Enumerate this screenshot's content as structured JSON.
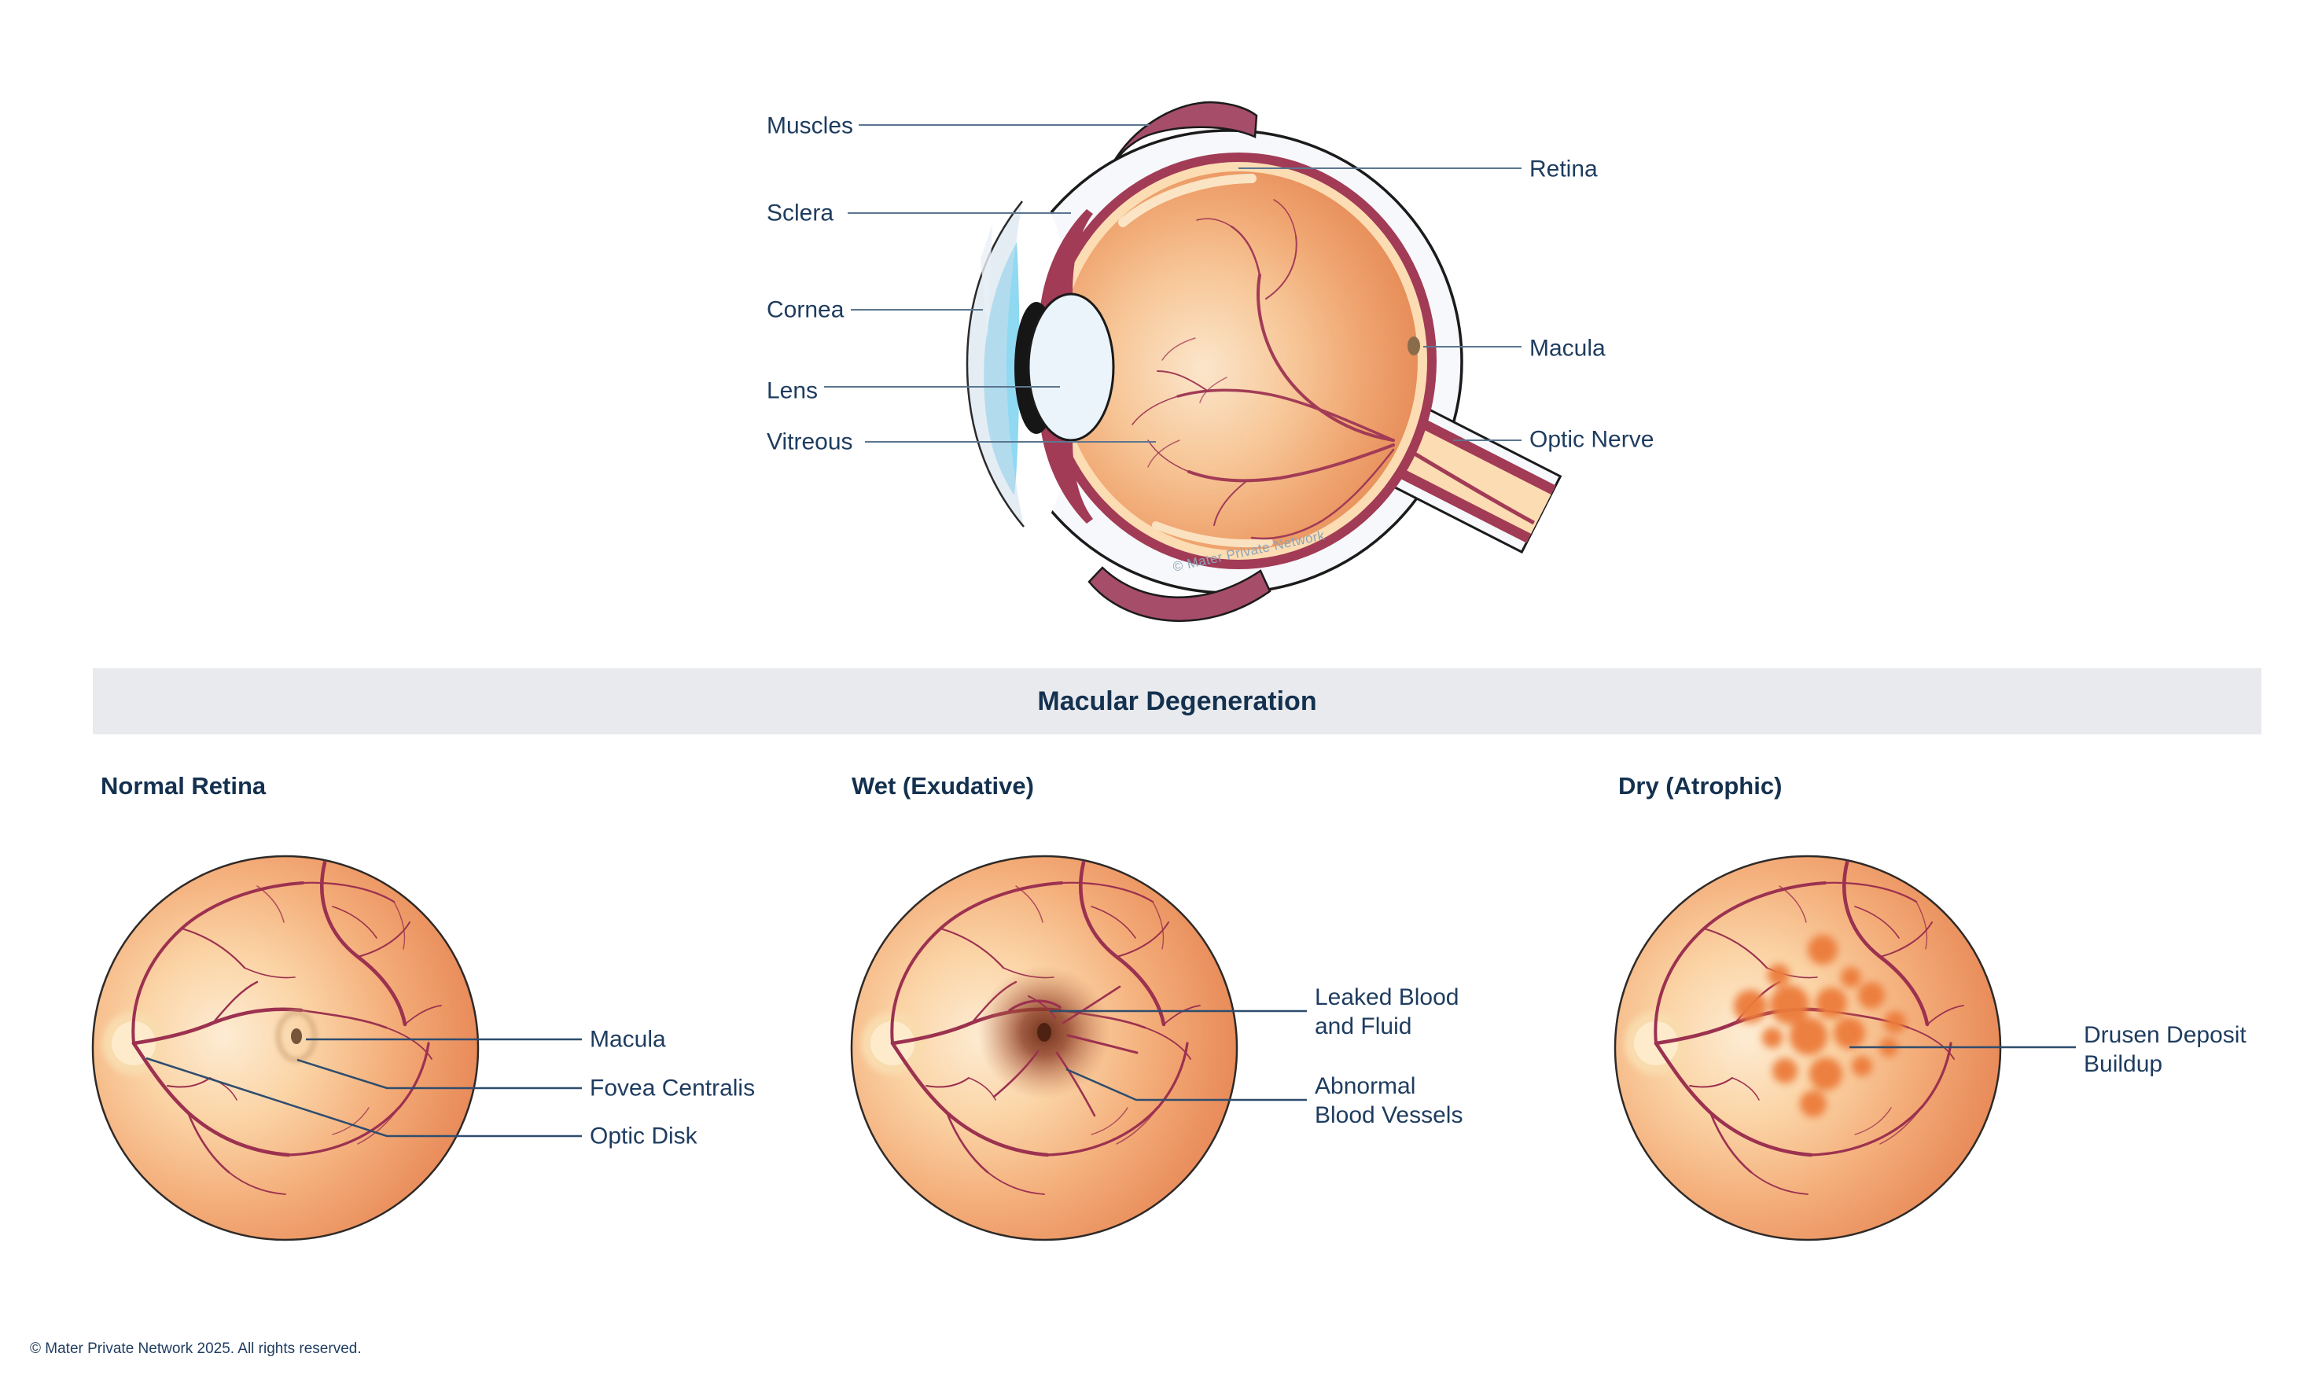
{
  "banner": {
    "title": "Macular Degeneration"
  },
  "eye_diagram": {
    "watermark": "© Mater Private Network",
    "left_labels": [
      {
        "text": "Muscles"
      },
      {
        "text": "Sclera"
      },
      {
        "text": "Cornea"
      },
      {
        "text": "Lens"
      },
      {
        "text": "Vitreous"
      }
    ],
    "right_labels": [
      {
        "text": "Retina"
      },
      {
        "text": "Macula"
      },
      {
        "text": "Optic Nerve"
      }
    ]
  },
  "conditions": [
    {
      "title": "Normal Retina",
      "labels": [
        {
          "line1": "Macula"
        },
        {
          "line1": "Fovea Centralis"
        },
        {
          "line1": "Optic Disk"
        }
      ]
    },
    {
      "title": "Wet (Exudative)",
      "labels": [
        {
          "line1": "Leaked Blood",
          "line2": "and Fluid"
        },
        {
          "line1": "Abnormal",
          "line2": "Blood Vessels"
        }
      ]
    },
    {
      "title": "Dry (Atrophic)",
      "labels": [
        {
          "line1": "Drusen Deposit",
          "line2": "Buildup"
        }
      ]
    }
  ],
  "footer": {
    "copyright": "© Mater Private Network 2025. All rights reserved."
  },
  "colors": {
    "label_text": "#1e3c5f",
    "heading_text": "#14314f",
    "banner_background": "#e8eaee",
    "leader_line": "#5b7690",
    "fundus_leader_line": "#2e4d6e",
    "sclera": "#f6f8fb",
    "muscle": "#a64d6a",
    "choroid": "#a23b56",
    "retina_layer": "#fcdcb2",
    "vitreous_edge": "#e2854f",
    "vessel": "#9c3150",
    "cornea": "#cfdfeb",
    "aqueous": "#8fd9f2",
    "lens": "#ebf4fb",
    "macula_dot": "#8a6b4a",
    "drusen": "#ec7b3a",
    "watermark_text": "#8da4ba"
  }
}
